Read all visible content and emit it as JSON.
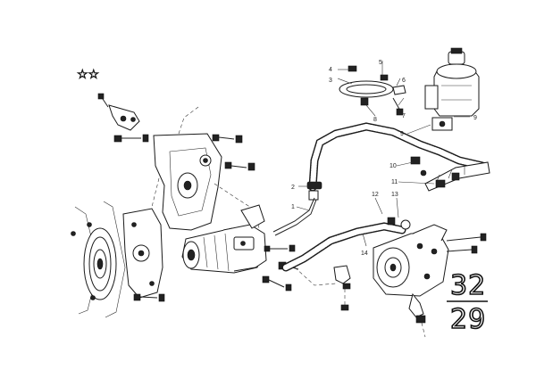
{
  "diagram": {
    "marker": "☆☆",
    "group_number_top": "32",
    "group_number_bottom": "29",
    "callouts": [
      {
        "id": "c1",
        "text": "1"
      },
      {
        "id": "c2",
        "text": "2"
      },
      {
        "id": "c3",
        "text": "3"
      },
      {
        "id": "c4",
        "text": "4"
      },
      {
        "id": "c5",
        "text": "5"
      },
      {
        "id": "c6",
        "text": "6"
      },
      {
        "id": "c7",
        "text": "7"
      },
      {
        "id": "c8",
        "text": "8"
      },
      {
        "id": "c9",
        "text": "9"
      },
      {
        "id": "c10",
        "text": "10"
      },
      {
        "id": "c11",
        "text": "11"
      },
      {
        "id": "c12",
        "text": "12"
      },
      {
        "id": "c13",
        "text": "13"
      },
      {
        "id": "c14",
        "text": "14"
      }
    ]
  },
  "icons": {
    "marker": "double-star-icon",
    "reservoir": "oil-reservoir-icon",
    "pump": "power-steering-pump-icon",
    "gearbox": "steering-gearbox-icon",
    "pulley": "pulley-icon",
    "bracket": "mounting-bracket-icon"
  }
}
